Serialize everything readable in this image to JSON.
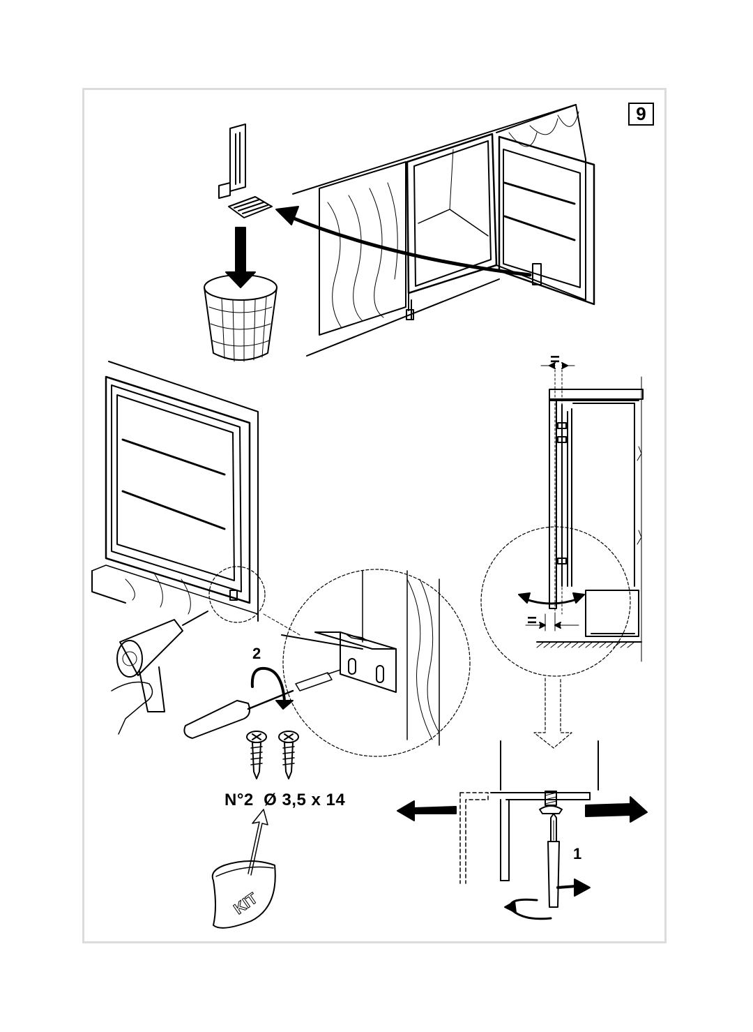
{
  "step": {
    "number": "9"
  },
  "labels": {
    "step_two": "2",
    "step_one": "1",
    "screw_spec": "N°2  Ø 3,5 x 14",
    "equal_top": "=",
    "equal_bottom": "=",
    "kit_bag": "KIT"
  },
  "icons": [
    "template-jig-icon",
    "wastebasket-icon",
    "cabinet-appliance-icon",
    "cabinet-door-icon",
    "power-drill-icon",
    "screwdriver-icon",
    "screw-icon",
    "kit-bag-icon",
    "arrow-icon",
    "rotation-arrow-icon"
  ],
  "colors": {
    "line": "#000000",
    "frame": "#dcdcdc",
    "background": "#ffffff"
  }
}
